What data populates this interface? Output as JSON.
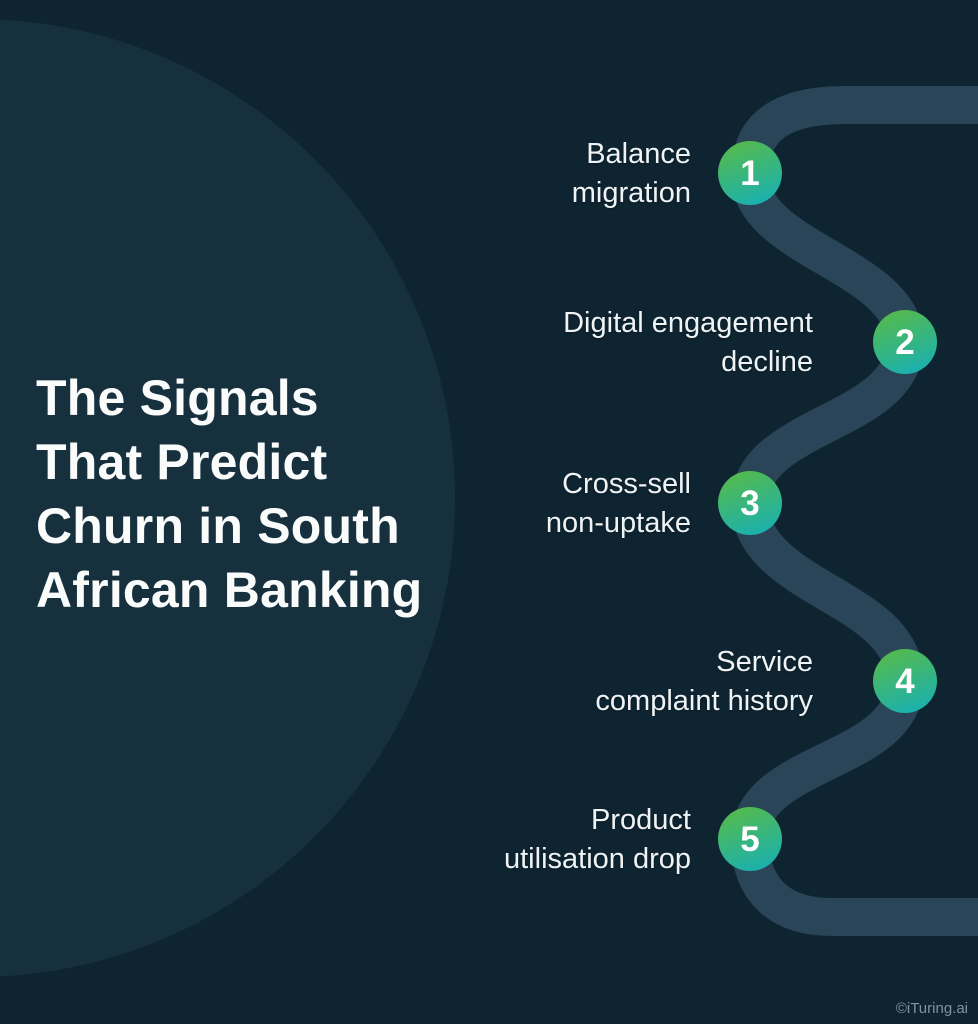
{
  "title": "The Signals\nThat Predict\nChurn in South\nAfrican Banking",
  "steps": [
    {
      "number": "1",
      "label": "Balance\nmigration"
    },
    {
      "number": "2",
      "label": "Digital engagement\ndecline"
    },
    {
      "number": "3",
      "label": "Cross-sell\nnon-uptake"
    },
    {
      "number": "4",
      "label": "Service\ncomplaint history"
    },
    {
      "number": "5",
      "label": "Product\nutilisation drop"
    }
  ],
  "watermark": "©iTuring.ai",
  "colors": {
    "background": "#0e2430",
    "panel_circle": "#17303e",
    "path": "#2a4557",
    "step_gradient_start": "#55ba4c",
    "step_gradient_end": "#17b0b5",
    "title_text": "#fafcfc",
    "label_text": "#eff3f5",
    "step_number_text": "#ffffff",
    "watermark_text": "#8094a0"
  }
}
